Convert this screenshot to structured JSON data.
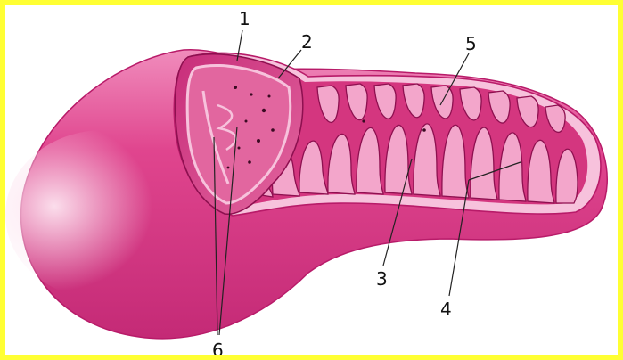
{
  "colors": {
    "frame_border": "#ffff33",
    "background": "#ffffff",
    "outer_membrane": "#e0458e",
    "membrane_light": "#f7c2dc",
    "membrane_dark": "#b81b69",
    "matrix": "#d4367f",
    "cristae_fill": "#f3a6cb",
    "leader_lines": "#222222"
  },
  "subject": {
    "icon": "mitochondrion-cross-section"
  },
  "labels": [
    {
      "id": "l1",
      "text": "1"
    },
    {
      "id": "l2",
      "text": "2"
    },
    {
      "id": "l3",
      "text": "3"
    },
    {
      "id": "l4",
      "text": "4"
    },
    {
      "id": "l5",
      "text": "5"
    },
    {
      "id": "l6",
      "text": "6"
    }
  ]
}
